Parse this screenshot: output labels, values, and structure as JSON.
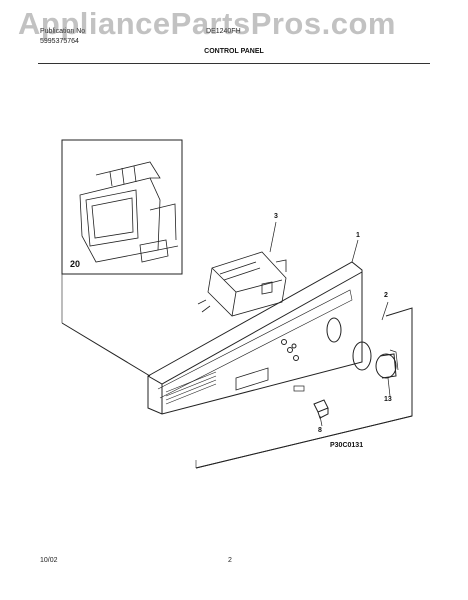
{
  "header": {
    "model_line1": "Publication No",
    "model_line2": "5995375764",
    "model_code": "DE1240FH",
    "section_title": "CONTROL PANEL"
  },
  "watermark": "AppliancePartsPros.com",
  "inset": {
    "label": "20"
  },
  "callouts": {
    "panel": "1",
    "overlay": "2",
    "controller": "3",
    "switch": "8",
    "knob": "13"
  },
  "figure_id": "P30C0131",
  "footer": {
    "date": "10/02",
    "page": "2"
  }
}
